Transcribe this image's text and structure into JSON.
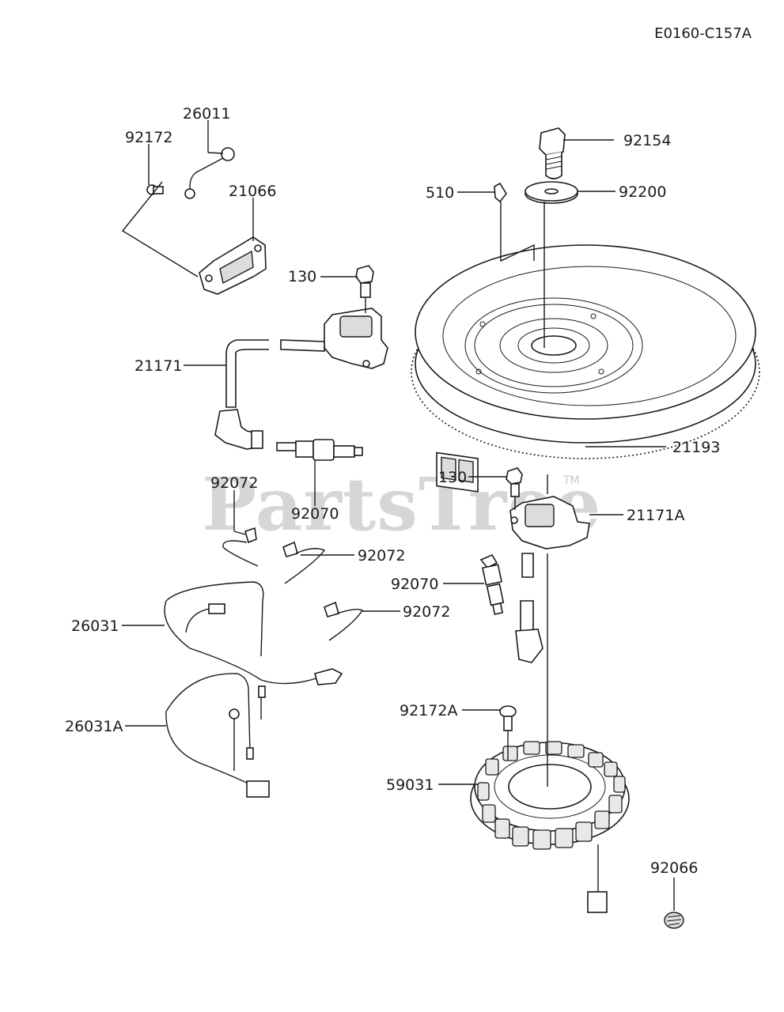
{
  "diagram_code": "E0160-C157A",
  "watermark": "PartsTree",
  "watermark_tm": "TM",
  "callouts": [
    {
      "id": "26011",
      "label": "26011"
    },
    {
      "id": "92172",
      "label": "92172"
    },
    {
      "id": "21066",
      "label": "21066"
    },
    {
      "id": "130-top",
      "label": "130"
    },
    {
      "id": "21171",
      "label": "21171"
    },
    {
      "id": "92070-left",
      "label": "92070"
    },
    {
      "id": "92072-a",
      "label": "92072"
    },
    {
      "id": "92072-b",
      "label": "92072"
    },
    {
      "id": "92072-c",
      "label": "92072"
    },
    {
      "id": "26031",
      "label": "26031"
    },
    {
      "id": "26031A",
      "label": "26031A"
    },
    {
      "id": "92154",
      "label": "92154"
    },
    {
      "id": "510",
      "label": "510"
    },
    {
      "id": "92200",
      "label": "92200"
    },
    {
      "id": "21193",
      "label": "21193"
    },
    {
      "id": "130-mid",
      "label": "130"
    },
    {
      "id": "21171A",
      "label": "21171A"
    },
    {
      "id": "92070-right",
      "label": "92070"
    },
    {
      "id": "92172A",
      "label": "92172A"
    },
    {
      "id": "59031",
      "label": "59031"
    },
    {
      "id": "92066",
      "label": "92066"
    }
  ]
}
